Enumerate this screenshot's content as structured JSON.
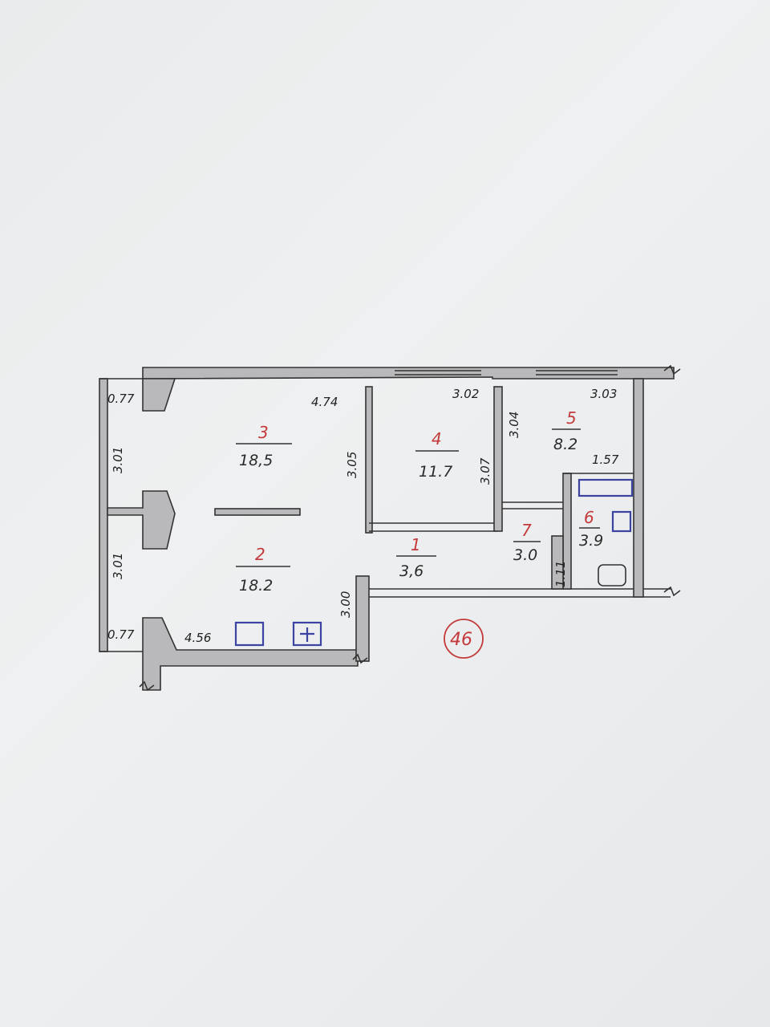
{
  "plan": {
    "apartment_number": "46",
    "rooms": [
      {
        "number": "1",
        "area": "3,6"
      },
      {
        "number": "2",
        "area": "18.2"
      },
      {
        "number": "3",
        "area": "18,5"
      },
      {
        "number": "4",
        "area": "11.7"
      },
      {
        "number": "5",
        "area": "8.2"
      },
      {
        "number": "6",
        "area": "3.9"
      },
      {
        "number": "7",
        "area": "3.0"
      }
    ],
    "dimensions": {
      "top_left_corner": "0.77",
      "bottom_left_corner": "0.77",
      "left_upper": "3.01",
      "left_lower": "3.01",
      "room3_width": "4.74",
      "room3_height": "3.05",
      "room2_width": "4.56",
      "room2_right": "3.00",
      "room4_width": "3.02",
      "room4_height": "3.07",
      "room5_left": "3.04",
      "room5_width": "3.03",
      "bath_width": "1.57",
      "closet": "1.11"
    }
  },
  "colors": {
    "room_number": "#c43a3a",
    "wall_fill": "#b9b9bb",
    "fixture": "#3b44a0"
  }
}
